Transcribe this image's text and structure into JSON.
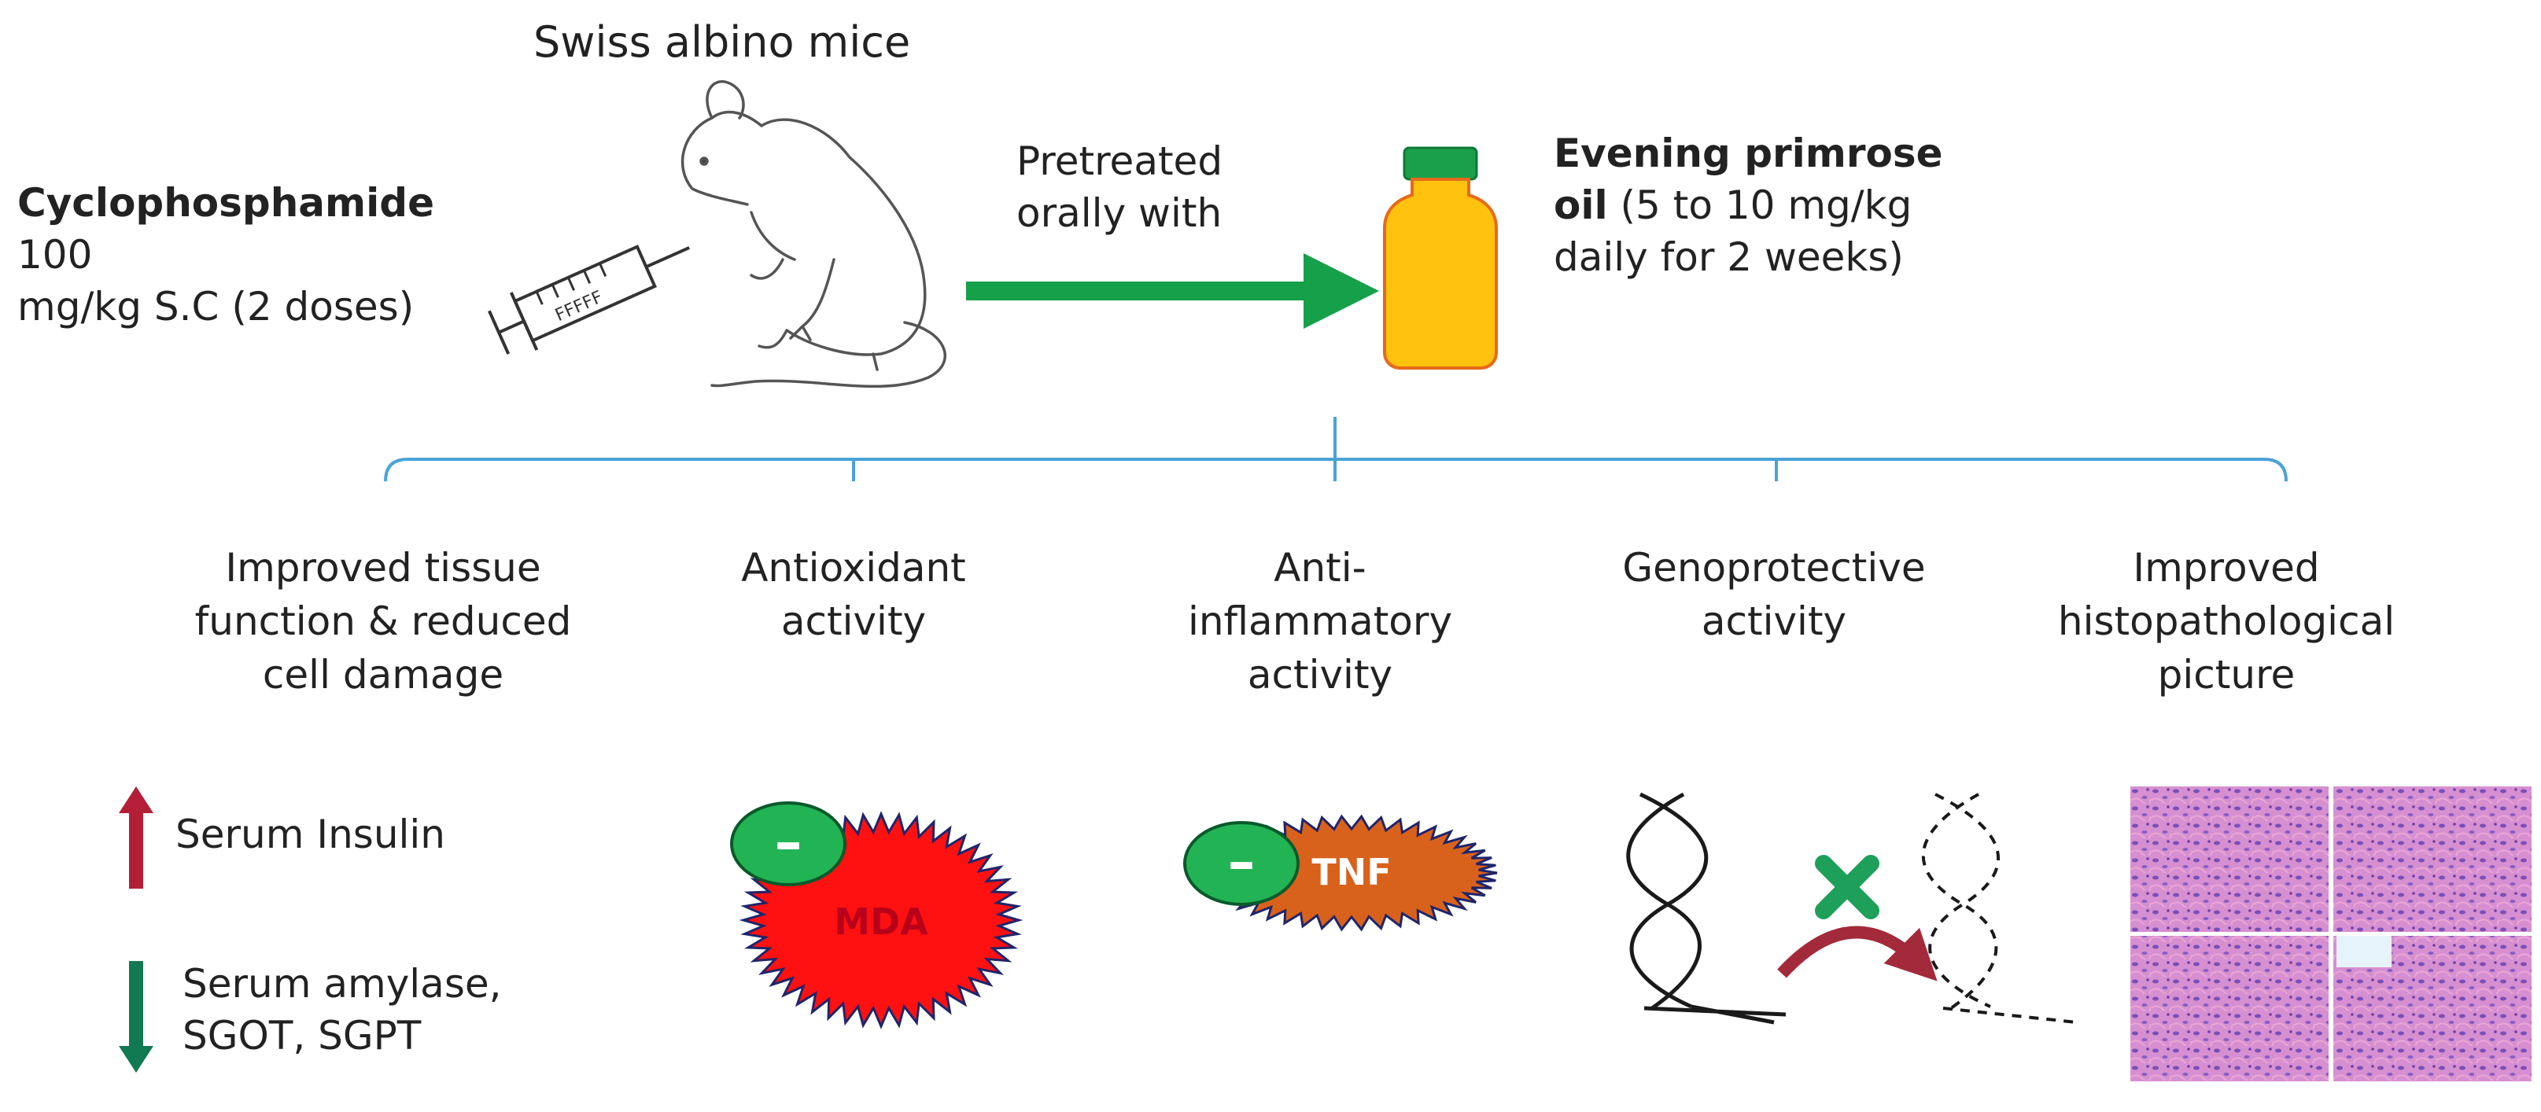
{
  "header": {
    "title": "Swiss albino mice"
  },
  "treatment": {
    "drug_name": "Cyclophosphamide",
    "drug_dose": " 100\nmg/kg S.C (2 doses)",
    "arrow_label": "Pretreated\norally with",
    "oil_name": "Evening primrose\noil",
    "oil_dose": " (5 to 10 mg/kg\ndaily for 2 weeks)"
  },
  "effects": [
    {
      "label": "Improved tissue\nfunction & reduced\ncell damage"
    },
    {
      "label": "Antioxidant\nactivity"
    },
    {
      "label": "Anti-\ninflammatory\nactivity"
    },
    {
      "label": "Genoprotective\nactivity"
    },
    {
      "label": "Improved\nhistopathological\npicture"
    }
  ],
  "markers": {
    "insulin": "Serum Insulin",
    "amylase": "Serum amylase,\nSGOT, SGPT",
    "mda": "MDA",
    "tnf": "TNF",
    "minus": "–"
  },
  "colors": {
    "arrow_green": "#15a04a",
    "bracket_blue": "#4aa3d6",
    "mda_red": "#ff1111",
    "tnf_orange": "#d8621c",
    "bottle_yellow": "#ffc20e",
    "up_arrow": "#b21f36",
    "down_arrow": "#127a53"
  },
  "icons": [
    "mouse-icon",
    "syringe-icon",
    "bottle-icon",
    "dna-icon",
    "histology-image"
  ]
}
